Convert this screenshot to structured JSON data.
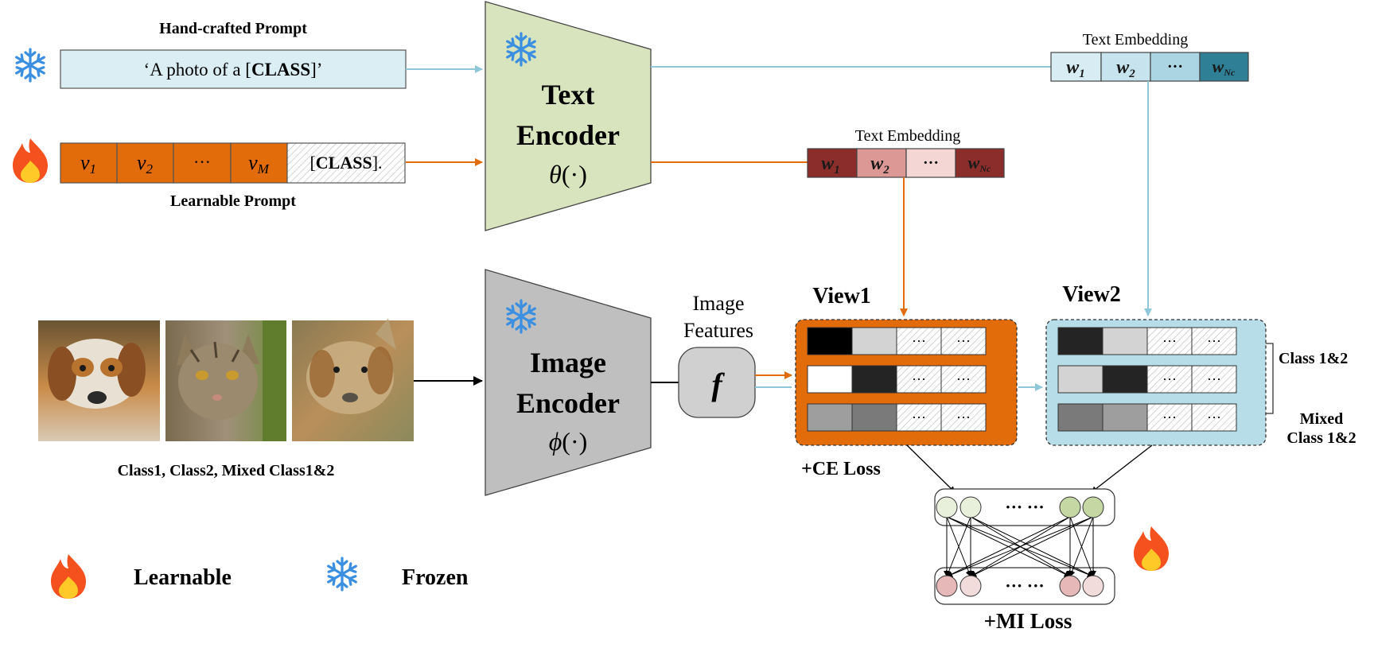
{
  "prompts": {
    "hand_crafted_title": "Hand-crafted Prompt",
    "hand_crafted_text_pre": "‘A  photo  of  a  [",
    "hand_crafted_text_class": "CLASS",
    "hand_crafted_text_post": "]’",
    "learnable_title": "Learnable Prompt",
    "tokens": [
      "v",
      "v",
      "···",
      "v"
    ],
    "token_subscripts": [
      "1",
      "2",
      "",
      "M"
    ],
    "class_token_pre": "[",
    "class_token_class": "CLASS",
    "class_token_post": "]."
  },
  "text_encoder": {
    "line1": "Text",
    "line2": "Encoder",
    "fn_symbol": "θ",
    "fn_args": "(·)"
  },
  "image_encoder": {
    "line1": "Image",
    "line2": "Encoder",
    "fn_symbol": "ϕ",
    "fn_args": "(·)"
  },
  "embeddings": {
    "top": {
      "title": "Text Embedding",
      "cells": [
        "w",
        "w",
        "···",
        "w"
      ],
      "subscripts": [
        "1",
        "2",
        "",
        "Nc"
      ],
      "colors": [
        "#d8ecf3",
        "#c6e3ee",
        "#acd5e3",
        "#2f7f96"
      ]
    },
    "mid": {
      "title": "Text Embedding",
      "cells": [
        "w",
        "w",
        "···",
        "w"
      ],
      "subscripts": [
        "1",
        "2",
        "",
        "Nc"
      ],
      "colors": [
        "#8b2e2b",
        "#dc9894",
        "#f4d6d4",
        "#8b2e2b"
      ]
    }
  },
  "image_features": {
    "label_line1": "Image",
    "label_line2": "Features",
    "symbol": "f"
  },
  "images_caption": "Class1, Class2, Mixed Class1&2",
  "views": {
    "view1": {
      "title": "View1",
      "rows": [
        [
          "#000000",
          "#d3d3d3"
        ],
        [
          "#ffffff",
          "#242424"
        ],
        [
          "#9e9e9e",
          "#7a7a7a"
        ]
      ],
      "ellipsis": "···",
      "loss": "+CE Loss"
    },
    "view2": {
      "title": "View2",
      "rows": [
        [
          "#242424",
          "#d3d3d3"
        ],
        [
          "#d3d3d3",
          "#242424"
        ],
        [
          "#7a7a7a",
          "#9e9e9e"
        ]
      ],
      "ellipsis": "···",
      "label_class": "Class 1&2",
      "label_mixed_line1": "Mixed",
      "label_mixed_line2": "Class 1&2"
    }
  },
  "mi": {
    "ellipsis": "···  ···",
    "loss": "+MI Loss",
    "top_nodes": [
      "#e8f0db",
      "#e8f0db",
      "#c5d8a4",
      "#c5d8a4"
    ],
    "bottom_nodes": [
      "#e6b8b7",
      "#f2dcdb",
      "#e6b8b7",
      "#f2dcdb"
    ]
  },
  "legend": {
    "learnable": "Learnable",
    "frozen": "Frozen"
  },
  "colors": {
    "blue_arrow": "#8fc8d9",
    "orange_arrow": "#e36c0a",
    "orange_fill": "#e36c0a",
    "prompt_fill": "#daeef3",
    "text_encoder_fill": "#d7e4bd",
    "image_encoder_fill": "#bfbfbf",
    "snowflake": "#3b8fe0"
  },
  "icons": [
    "snowflake-icon",
    "fire-icon"
  ]
}
